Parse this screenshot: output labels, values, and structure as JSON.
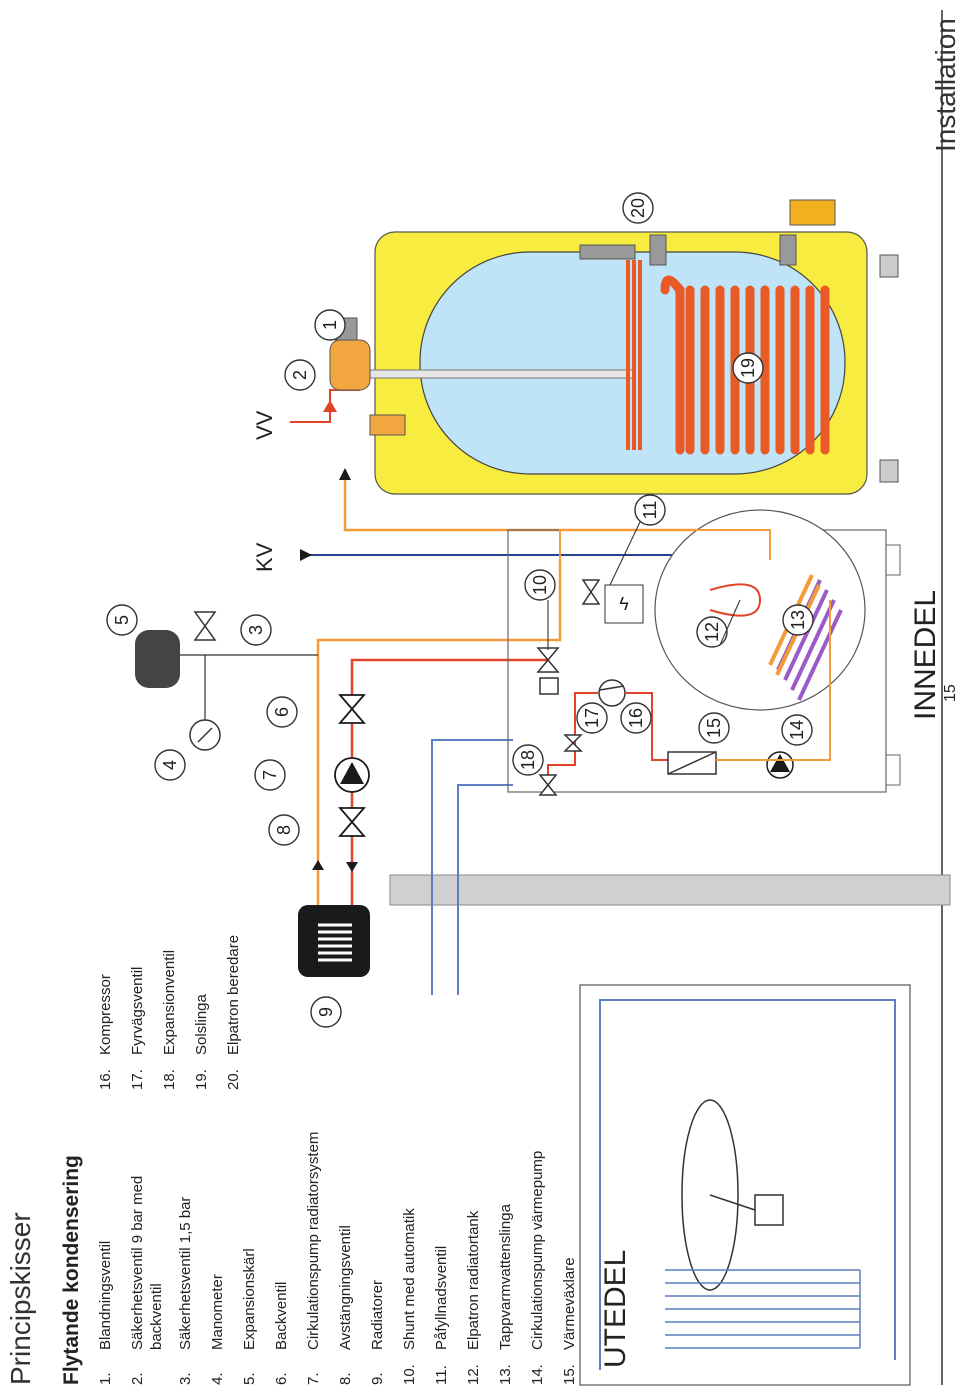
{
  "header": {
    "section_left": "Principskisser",
    "section_right": "Installation"
  },
  "title": "Flytande kondensering",
  "legend_left": [
    {
      "num": "1.",
      "text": "Blandningsventil"
    },
    {
      "num": "2.",
      "text": "Säkerhetsventil 9 bar med",
      "text2": "backventil"
    },
    {
      "num": "3.",
      "text": "Säkerhetsventil 1,5 bar"
    },
    {
      "num": "4.",
      "text": "Manometer"
    },
    {
      "num": "5.",
      "text": "Expansionskärl"
    },
    {
      "num": "6.",
      "text": "Backventil"
    },
    {
      "num": "7.",
      "text": "Cirkulationspump radiatorsystem"
    },
    {
      "num": "8.",
      "text": "Avstängningsventil"
    },
    {
      "num": "9.",
      "text": "Radiatorer"
    },
    {
      "num": "10.",
      "text": "Shunt med automatik"
    },
    {
      "num": "11.",
      "text": "Påfyllnadsventil"
    },
    {
      "num": "12.",
      "text": "Elpatron radiatortank"
    },
    {
      "num": "13.",
      "text": "Tappvarmvattenslinga"
    },
    {
      "num": "14.",
      "text": "Cirkulationspump värmepump"
    },
    {
      "num": "15.",
      "text": "Värmeväxlare"
    }
  ],
  "legend_right": [
    {
      "num": "16.",
      "text": "Kompressor"
    },
    {
      "num": "17.",
      "text": "Fyrvägsventil"
    },
    {
      "num": "18.",
      "text": "Expansionventil"
    },
    {
      "num": "19.",
      "text": "Solslinga"
    },
    {
      "num": "20.",
      "text": "Elpatron beredare"
    }
  ],
  "labels": {
    "utedel": "UTEDEL",
    "innedel": "INNEDEL",
    "kv": "KV",
    "vv": "VV"
  },
  "callouts": [
    "1",
    "2",
    "3",
    "4",
    "5",
    "6",
    "7",
    "8",
    "9",
    "10",
    "11",
    "12",
    "13",
    "14",
    "15",
    "16",
    "17",
    "18",
    "19",
    "20"
  ],
  "page_number": "15",
  "colors": {
    "hot_pipe": "#f39a3a",
    "return_pipe": "#e0452a",
    "cold_pipe": "#2a3f8f",
    "refrigerant_pipe": "#5b7fc0",
    "tank_shell": "#f7ec3f",
    "tank_water": "#bfe3f7",
    "coil": "#ea5a26",
    "wall": "#d0d0d0"
  },
  "icons": [
    "radiator-icon",
    "pump-icon",
    "gate-valve-icon",
    "expansion-vessel-icon",
    "manometer-icon",
    "heat-exchanger-icon",
    "compressor-icon",
    "fan-icon",
    "element-icon",
    "mixing-valve-icon"
  ]
}
